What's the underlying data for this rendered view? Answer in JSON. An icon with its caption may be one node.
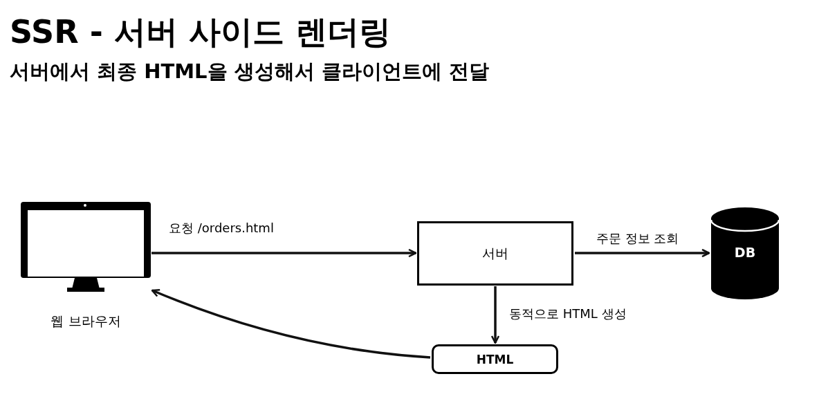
{
  "diagram": {
    "title": "SSR - 서버 사이드 렌더링",
    "caption": "서버에서 최종 HTML을 생성해서 클라이언트에 전달",
    "nodes": [
      {
        "text": [
          "웹 브라우저"
        ]
      },
      {
        "text": [
          "서버"
        ]
      },
      {
        "text": [
          "DB"
        ]
      },
      {
        "text": [
          "HTML"
        ]
      }
    ],
    "edges": [
      {
        "from": 0,
        "to": 1,
        "arrow": "to",
        "label": "요청 /orders.html"
      },
      {
        "from": 1,
        "to": 2,
        "arrow": "to",
        "label": "주문 정보 조회"
      },
      {
        "from": 1,
        "to": 3,
        "arrow": "to",
        "label": "동적으로 HTML 생성"
      },
      {
        "from": 3,
        "to": 0,
        "arrow": "to"
      }
    ]
  }
}
